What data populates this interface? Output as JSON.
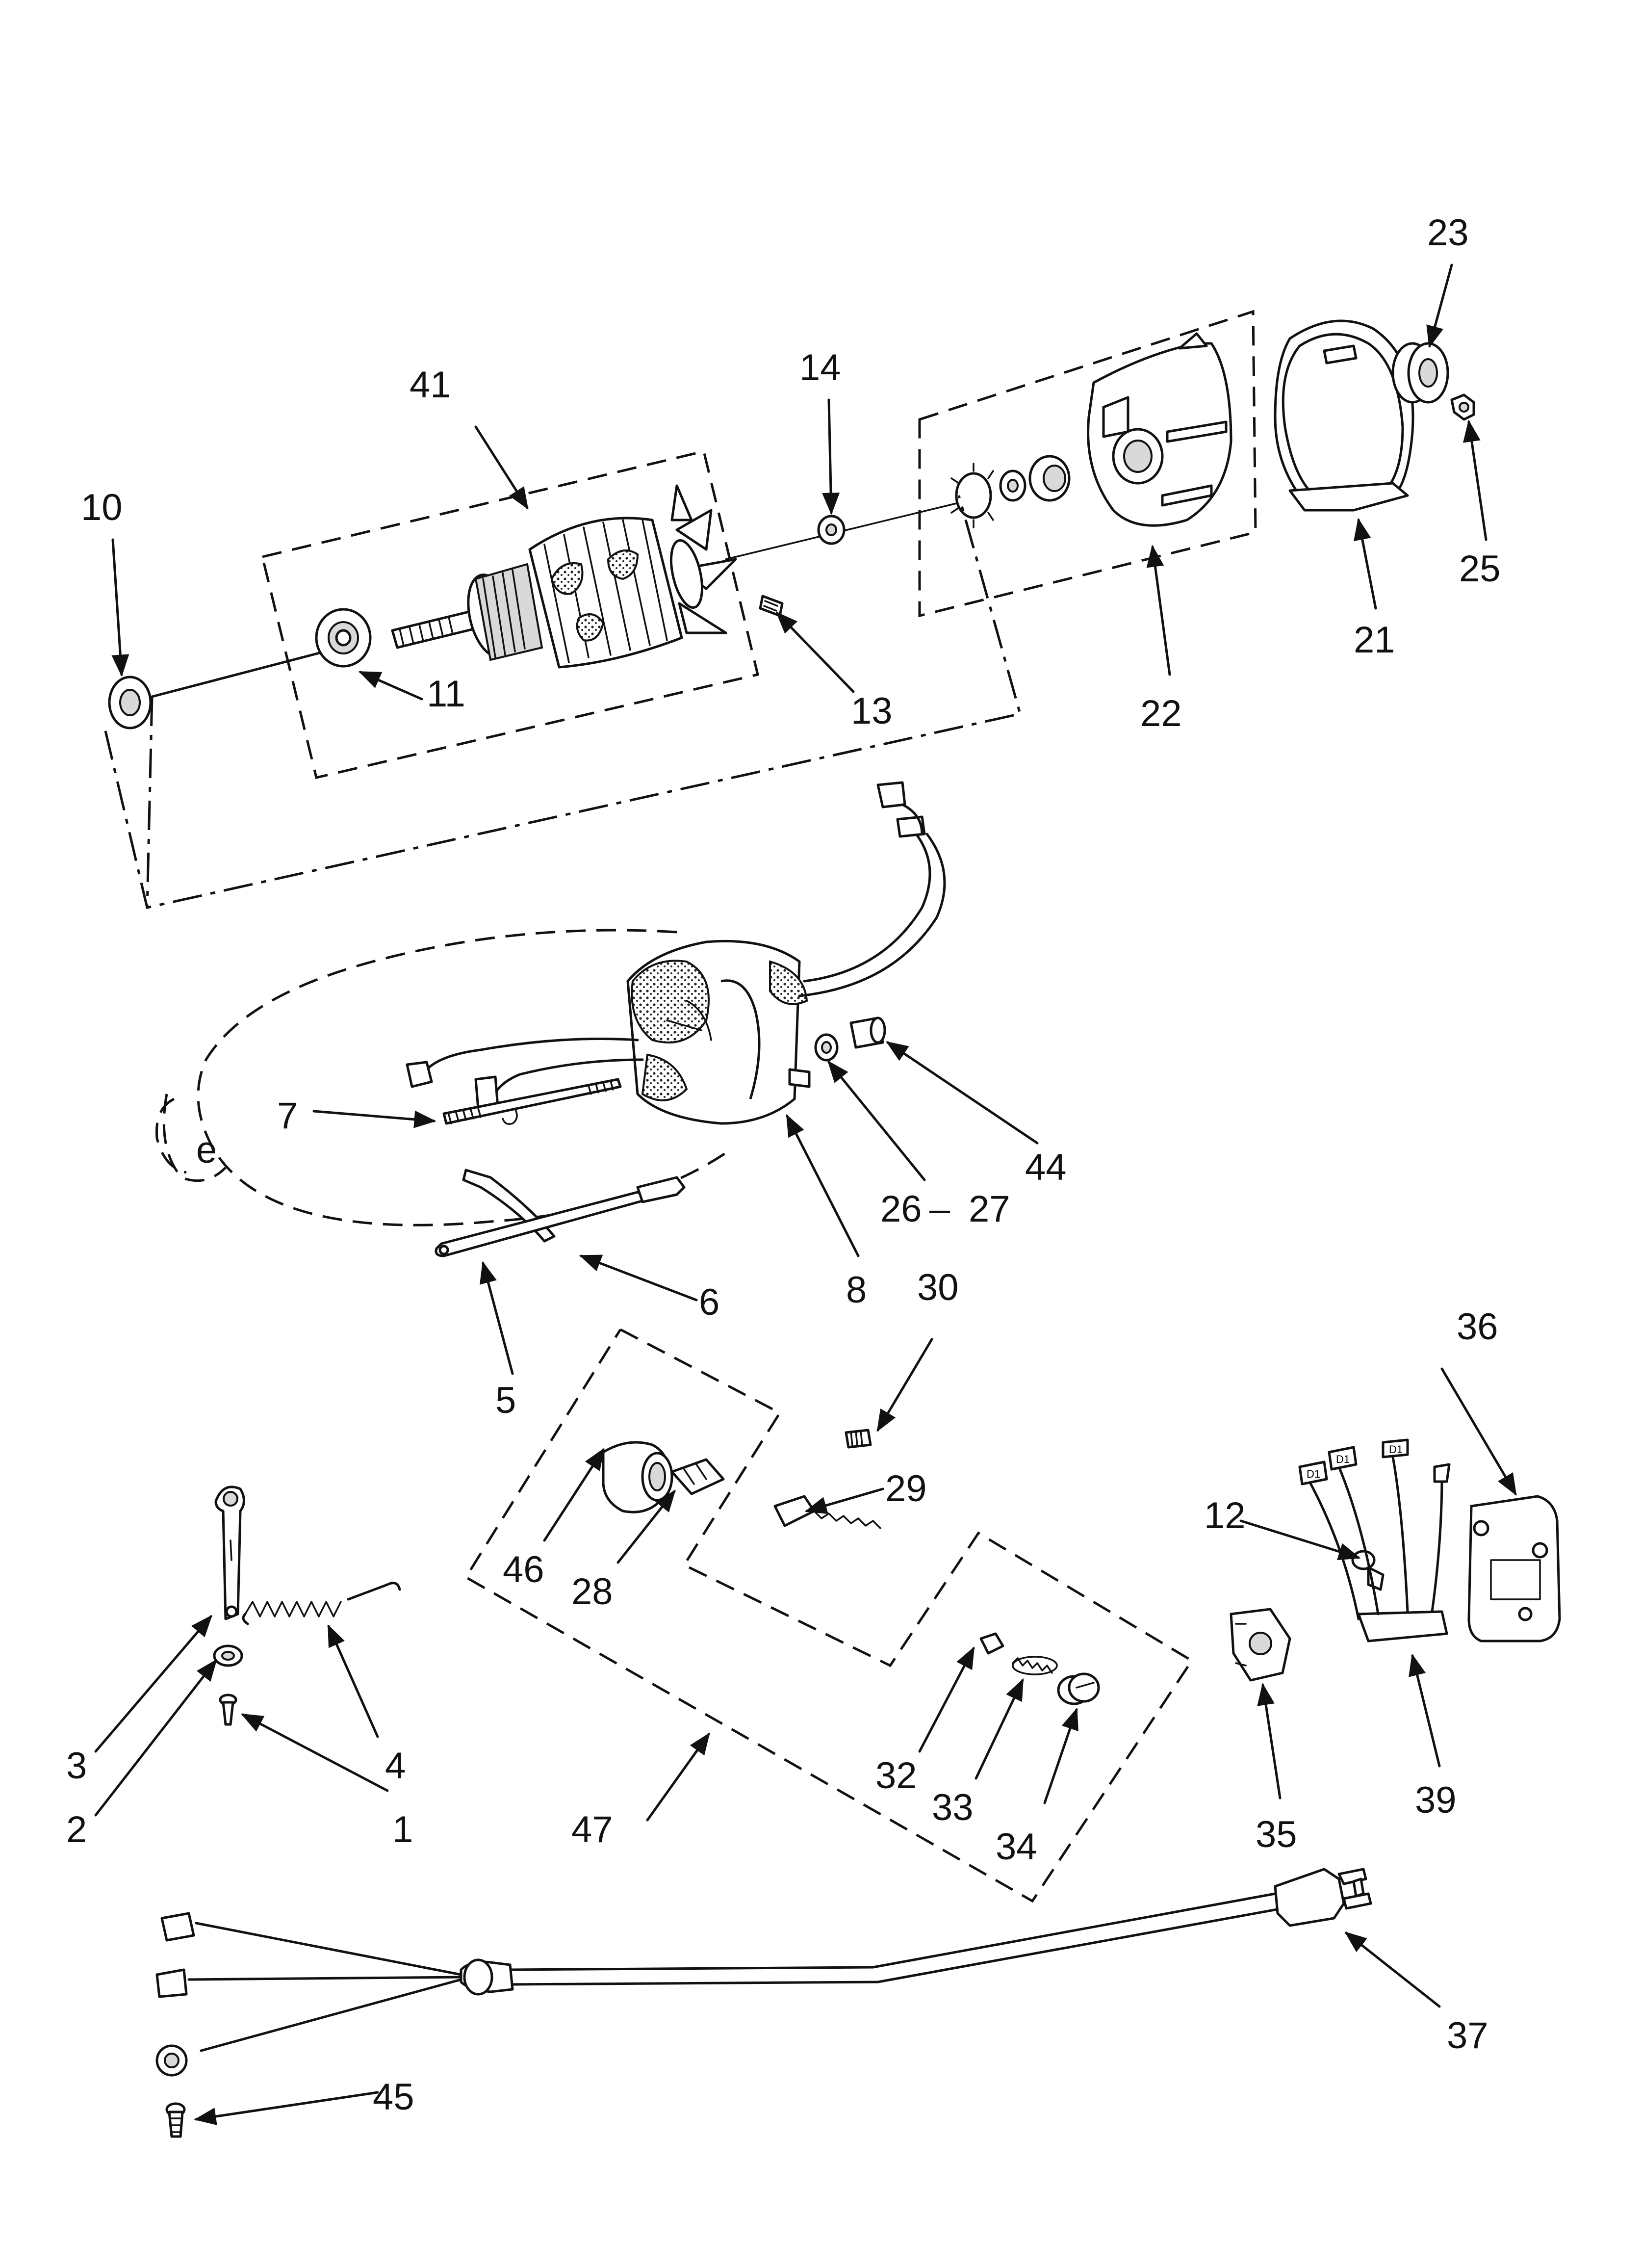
{
  "diagram": {
    "type": "exploded-parts-diagram",
    "part_labels": [
      "1",
      "2",
      "3",
      "4",
      "5",
      "6",
      "7",
      "8",
      "10",
      "11",
      "12",
      "13",
      "14",
      "21",
      "22",
      "23",
      "25",
      "26",
      "27",
      "28",
      "29",
      "30",
      "32",
      "33",
      "34",
      "35",
      "36",
      "37",
      "39",
      "41",
      "44",
      "45",
      "46",
      "47"
    ],
    "label_26_27_separator": "–"
  }
}
